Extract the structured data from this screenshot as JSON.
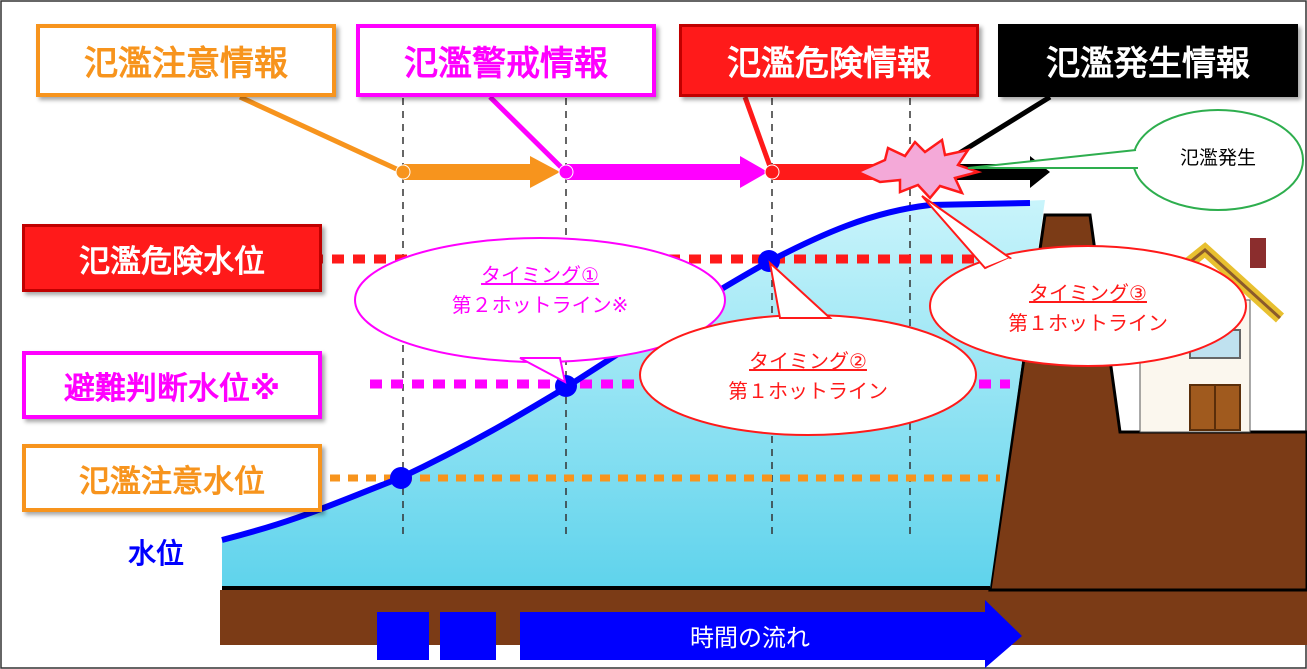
{
  "headers": {
    "chui_joho": "氾濫注意情報",
    "keikai_joho": "氾濫警戒情報",
    "kiken_joho": "氾濫危険情報",
    "hassei_joho": "氾濫発生情報"
  },
  "levels": {
    "kiken_suii": "氾濫危険水位",
    "hinan_suii": "避難判断水位※",
    "chui_suii": "氾濫注意水位"
  },
  "callouts": {
    "timing1": {
      "title": "タイミング①",
      "body": "第２ホットライン※"
    },
    "timing2": {
      "title": "タイミング②",
      "body": "第１ホットライン"
    },
    "timing3": {
      "title": "タイミング③",
      "body": "第１ホットライン"
    },
    "flood": "氾濫発生"
  },
  "water_level_label": "水位",
  "time_flow_label": "時間の流れ",
  "colors": {
    "chui": "#f7941d",
    "keikai": "#ff00ff",
    "kiken": "#ff1a1a",
    "hassei": "#000000",
    "water_line": "#0000ff",
    "ground": "#7b3b16"
  }
}
